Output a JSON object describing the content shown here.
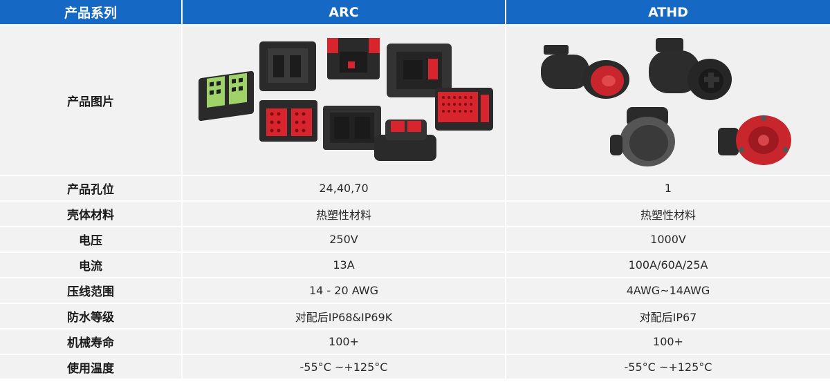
{
  "header": {
    "col0": "产品系列",
    "col1": "ARC",
    "col2": "ATHD"
  },
  "image_row_label": "产品图片",
  "rows": [
    {
      "label": "产品孔位",
      "arc": "24,40,70",
      "athd": "1"
    },
    {
      "label": "壳体材料",
      "arc": "热塑性材料",
      "athd": "热塑性材料"
    },
    {
      "label": "电压",
      "arc": "250V",
      "athd": "1000V"
    },
    {
      "label": "电流",
      "arc": "13A",
      "athd": "100A/60A/25A"
    },
    {
      "label": "压线范围",
      "arc": "14 - 20 AWG",
      "athd": "4AWG~14AWG"
    },
    {
      "label": "防水等级",
      "arc": "对配后IP68&IP69K",
      "athd": "对配后IP67"
    },
    {
      "label": "机械寿命",
      "arc": "100+",
      "athd": "100+"
    },
    {
      "label": "使用温度",
      "arc": "-55°C ~+125°C",
      "athd": "-55°C ~+125°C"
    }
  ],
  "colors": {
    "header_bg": "#1668c5",
    "row_bg": "#f2f2f2",
    "connector_red": "#d8242c",
    "connector_green": "#9fd36a",
    "connector_black": "#2a2a2a"
  },
  "images": {
    "arc": "arc-connector-photo",
    "athd": "athd-connector-photo"
  }
}
